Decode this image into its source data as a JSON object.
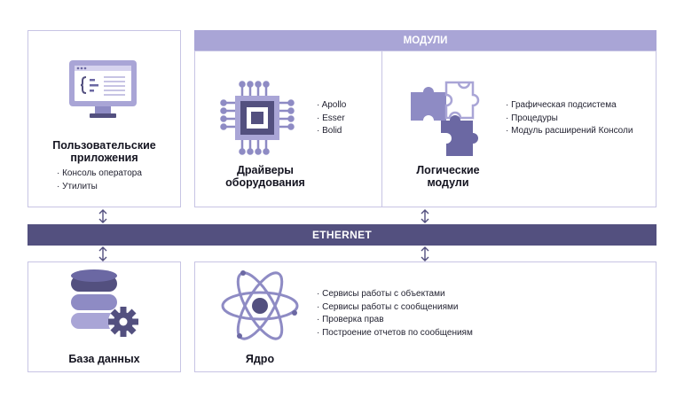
{
  "user_apps": {
    "title_line1": "Пользовательские",
    "title_line2": "приложения",
    "items": [
      "Консоль оператора",
      "Утилиты"
    ]
  },
  "modules": {
    "header": "МОДУЛИ",
    "drivers": {
      "title_line1": "Драйверы",
      "title_line2": "оборудования",
      "items": [
        "Apollo",
        "Esser",
        "Bolid"
      ]
    },
    "logic": {
      "title_line1": "Логические",
      "title_line2": "модули",
      "items": [
        "Графическая подсистема",
        "Процедуры",
        "Модуль расширений Консоли"
      ]
    }
  },
  "network": {
    "label": "ETHERNET"
  },
  "database": {
    "title": "База данных"
  },
  "core": {
    "title": "Ядро",
    "items": [
      "Сервисы работы с объектами",
      "Сервисы работы с сообщениями",
      "Проверка прав",
      "Построение отчетов по сообщениям"
    ]
  },
  "colors": {
    "dark": "#53507f",
    "medium": "#6b68a3",
    "light": "#a9a5d6",
    "border": "#c7c4e4"
  },
  "icons": {
    "user_apps": "monitor-code-icon",
    "drivers": "chip-icon",
    "logic": "puzzle-icon",
    "database": "database-gear-icon",
    "core": "atom-icon",
    "connectors": "double-arrow-icon"
  }
}
